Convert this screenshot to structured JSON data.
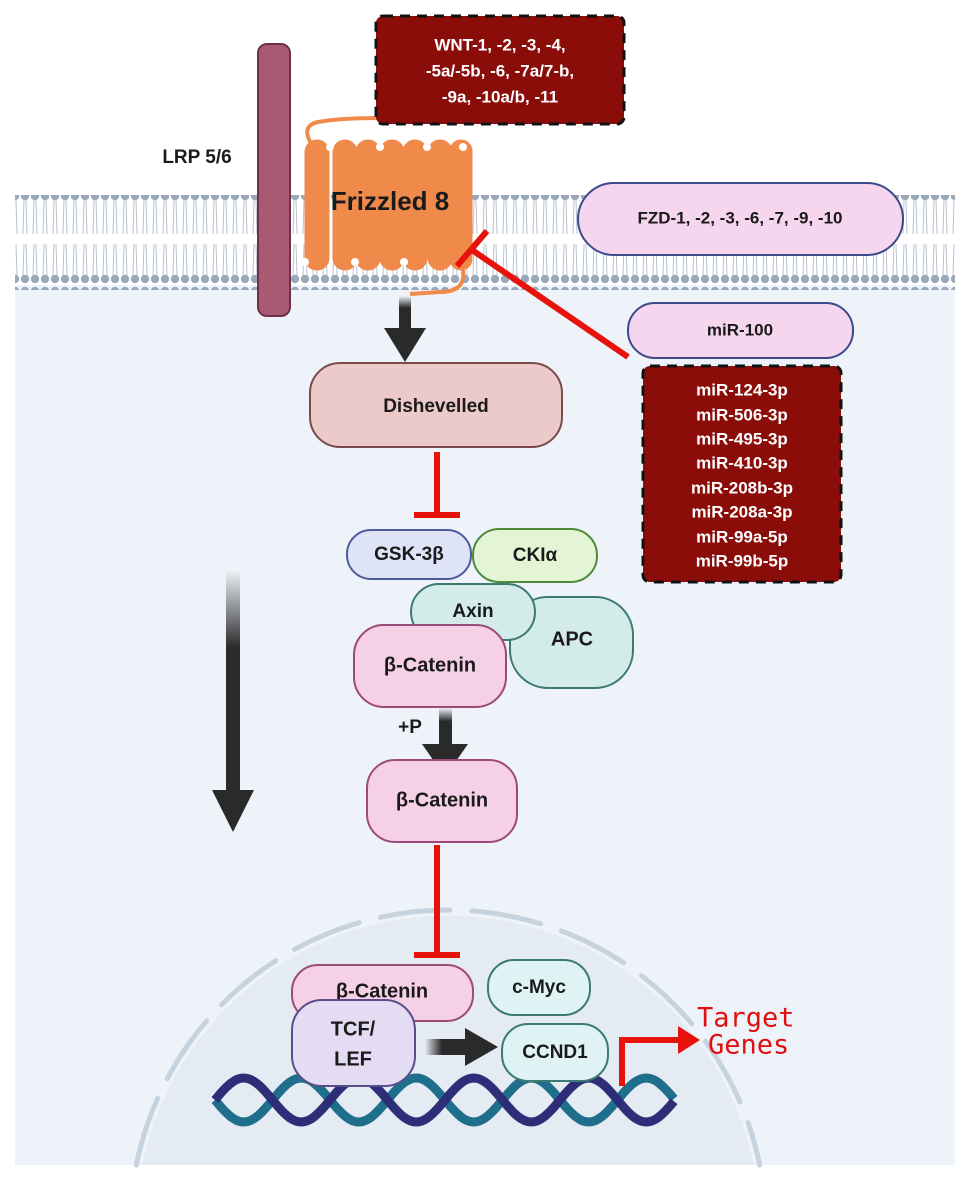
{
  "receptors": {
    "lrp_label": "LRP 5/6",
    "frizzled_label": "Frizzled 8",
    "fzd_family": "FZD-1, -2, -3, -6, -7, -9, -10"
  },
  "wnt_ligands": [
    "WNT-1, -2, -3, -4,",
    "-5a/-5b, -6, -7a/7-b,",
    "-9a, -10a/b, -11"
  ],
  "mirnas": {
    "mir100": "miR-100",
    "list": [
      "miR-124-3p",
      "miR-506-3p",
      "miR-495-3p",
      "miR-410-3p",
      "miR-208b-3p",
      "miR-208a-3p",
      "miR-99a-5p",
      "miR-99b-5p"
    ]
  },
  "cytoplasm": {
    "dishevelled": "Dishevelled",
    "gsk3b": "GSK-3β",
    "ck1a": "CKIα",
    "axin": "Axin",
    "apc": "APC",
    "beta_catenin_complex": "β-Catenin",
    "phosphorylation": "+P",
    "beta_catenin_free": "β-Catenin"
  },
  "nucleus": {
    "beta_catenin": "β-Catenin",
    "tcf_lef_line1": "TCF/",
    "tcf_lef_line2": "LEF",
    "cmyc": "c-Myc",
    "ccnd1": "CCND1",
    "target_genes_line1": "Target",
    "target_genes_line2": "Genes"
  },
  "colors": {
    "inhibition": "#e8120c",
    "mirna_box": "#8b0d0a",
    "frizzled": "#f08a4b",
    "lrp": "#a85a72"
  }
}
